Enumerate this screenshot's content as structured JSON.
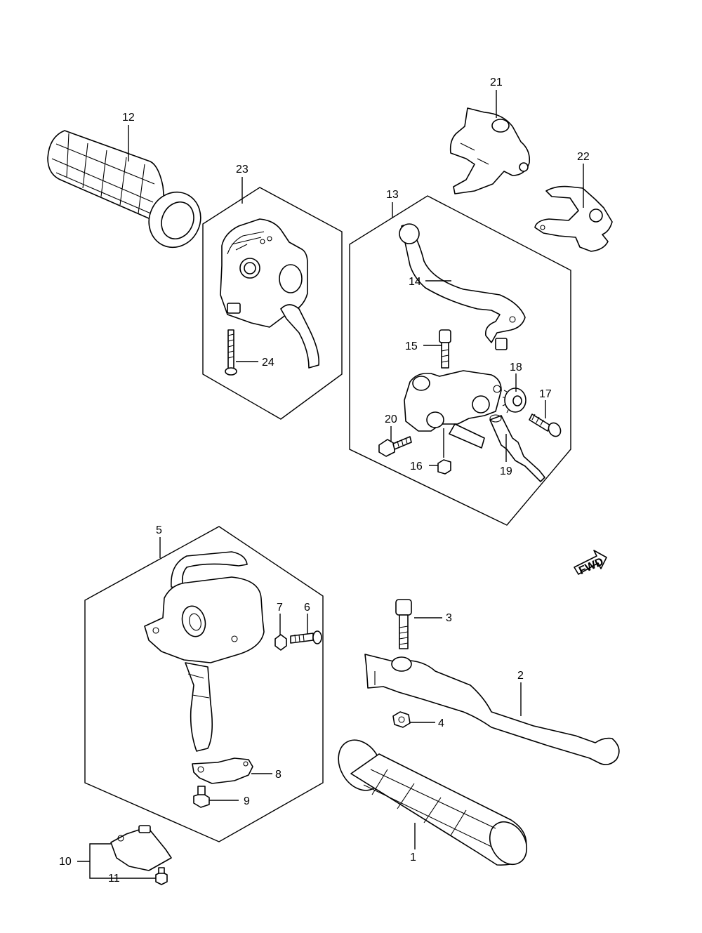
{
  "diagram": {
    "parts": [
      {
        "id": "part-1",
        "label": "1"
      },
      {
        "id": "part-2",
        "label": "2"
      },
      {
        "id": "part-3",
        "label": "3"
      },
      {
        "id": "part-4",
        "label": "4"
      },
      {
        "id": "part-5",
        "label": "5"
      },
      {
        "id": "part-6",
        "label": "6"
      },
      {
        "id": "part-7",
        "label": "7"
      },
      {
        "id": "part-8",
        "label": "8"
      },
      {
        "id": "part-9",
        "label": "9"
      },
      {
        "id": "part-10",
        "label": "10"
      },
      {
        "id": "part-11",
        "label": "11"
      },
      {
        "id": "part-12",
        "label": "12"
      },
      {
        "id": "part-13",
        "label": "13"
      },
      {
        "id": "part-14",
        "label": "14"
      },
      {
        "id": "part-15",
        "label": "15"
      },
      {
        "id": "part-16",
        "label": "16"
      },
      {
        "id": "part-17",
        "label": "17"
      },
      {
        "id": "part-18",
        "label": "18"
      },
      {
        "id": "part-19",
        "label": "19"
      },
      {
        "id": "part-20",
        "label": "20"
      },
      {
        "id": "part-21",
        "label": "21"
      },
      {
        "id": "part-22",
        "label": "22"
      },
      {
        "id": "part-23",
        "label": "23"
      },
      {
        "id": "part-24",
        "label": "24"
      }
    ],
    "fwd_label": "FWD"
  }
}
